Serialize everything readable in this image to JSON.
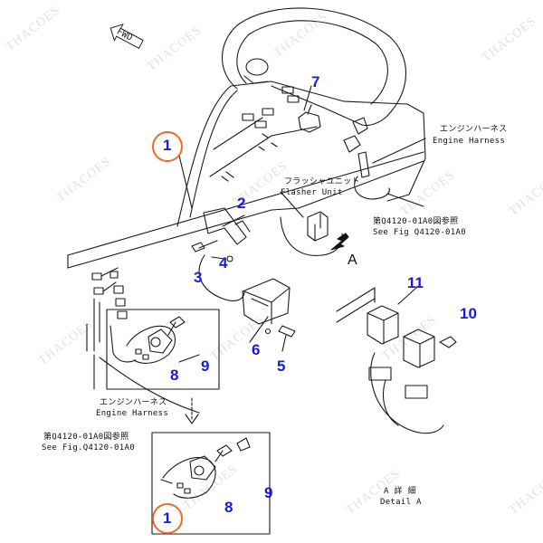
{
  "watermark": "THACOES",
  "fwd_label": "FWD",
  "callouts": [
    {
      "id": "1",
      "text": "1"
    },
    {
      "id": "2",
      "text": "2"
    },
    {
      "id": "3",
      "text": "3"
    },
    {
      "id": "4",
      "text": "4"
    },
    {
      "id": "5",
      "text": "5"
    },
    {
      "id": "6",
      "text": "6"
    },
    {
      "id": "7",
      "text": "7"
    },
    {
      "id": "8",
      "text": "8"
    },
    {
      "id": "9",
      "text": "9"
    },
    {
      "id": "10",
      "text": "10"
    },
    {
      "id": "11",
      "text": "11"
    },
    {
      "id": "8b",
      "text": "8"
    },
    {
      "id": "9b",
      "text": "9"
    },
    {
      "id": "1b",
      "text": "1"
    }
  ],
  "labels": {
    "engine_harness_jp_top": "エンジンハーネス",
    "engine_harness_en_top": "Engine Harness",
    "flasher_jp": "フラッシャユニット",
    "flasher_en": "Flasher Unit",
    "see_fig_jp_right": "第Q4120-01A0図参照",
    "see_fig_en_right": "See Fig Q4120-01A0",
    "detail_letter": "A",
    "engine_harness_jp_bottom": "エンジンハーネス",
    "engine_harness_en_bottom": "Engine Harness",
    "see_fig_jp_left": "第Q4120-01A0図参照",
    "see_fig_en_left": "See Fig.Q4120-01A0",
    "detail_jp": "A 詳 細",
    "detail_en": "Detail A"
  }
}
